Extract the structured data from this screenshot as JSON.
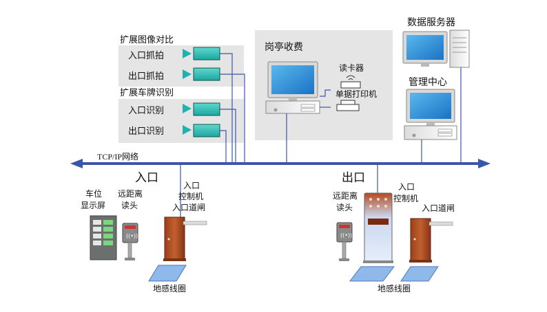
{
  "ext_image": {
    "title": "扩展图像对比",
    "entry": "入口抓拍",
    "exit": "出口抓拍"
  },
  "ext_plate": {
    "title": "扩展车牌识别",
    "entry": "入口识别",
    "exit": "出口识别"
  },
  "booth": {
    "title": "岗亭收费",
    "card_reader": "读卡器",
    "printer": "单据打印机"
  },
  "server": {
    "label": "数据服务器"
  },
  "center": {
    "label": "管理中心"
  },
  "network": {
    "label": "TCP/IP网络"
  },
  "entrance": {
    "title": "入口",
    "display": [
      "车位",
      "显示屏"
    ],
    "reader": [
      "远距离",
      "读头"
    ],
    "controller": [
      "入口",
      "控制机",
      "入口道闸"
    ],
    "loop": "地感线圈"
  },
  "exit_side": {
    "title": "出口",
    "reader": [
      "远距离",
      "读头"
    ],
    "controller": [
      "入口",
      "控制机"
    ],
    "gate": "入口道闸",
    "loop": "地感线圈"
  },
  "colors": {
    "bus": "#3a56a6",
    "panel": "#e5e5e5",
    "camera": "#2fbcb4",
    "arrow": "#1fb3ab"
  }
}
